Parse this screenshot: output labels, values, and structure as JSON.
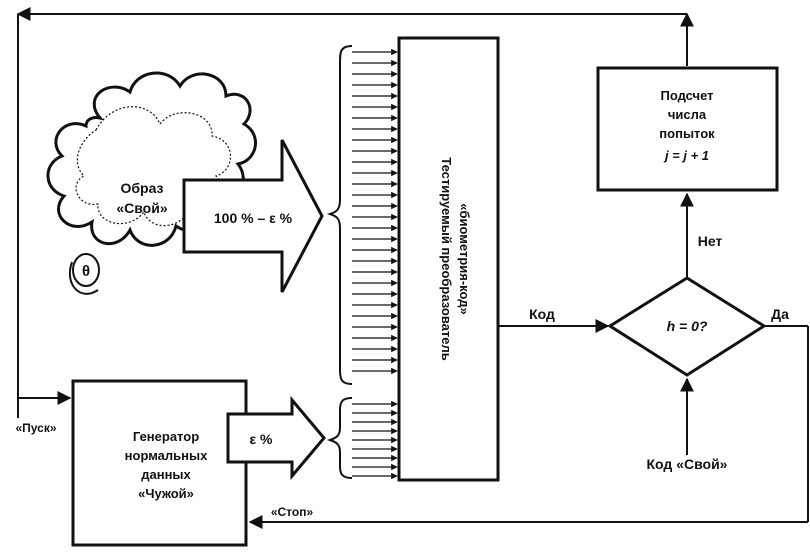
{
  "blocks": {
    "image_cloud": {
      "line1": "Образ",
      "line2": "«Свой»",
      "symbol": "θ"
    },
    "big_arrow_own": {
      "label": "100 % – ε %"
    },
    "small_arrow_generator": {
      "label": "ε %"
    },
    "generator": {
      "line1": "Генератор",
      "line2": "нормальных",
      "line3": "данных",
      "line4": "«Чужой»"
    },
    "converter": {
      "line1": "Тестируемый преобразователь",
      "line2": "«биометрия-код»"
    },
    "counter": {
      "line1": "Подсчет",
      "line2": "числа",
      "line3": "попыток",
      "line4": "j = j + 1"
    },
    "decision": {
      "label": "h = 0?"
    }
  },
  "labels": {
    "code": "Код",
    "no": "Нет",
    "yes": "Да",
    "own_code": "Код «Свой»",
    "start": "«Пуск»",
    "stop": "«Стоп»"
  }
}
